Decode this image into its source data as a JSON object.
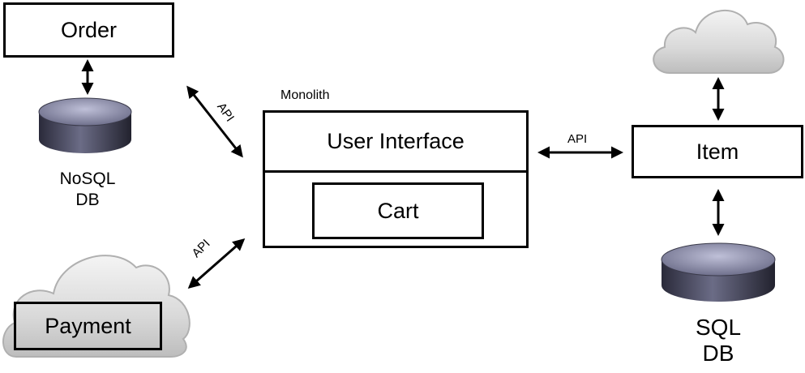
{
  "order": {
    "label": "Order"
  },
  "nosql_db": {
    "line1": "NoSQL",
    "line2": "DB"
  },
  "api_labels": {
    "top_left": "API",
    "bottom_left": "API",
    "right": "API"
  },
  "monolith": {
    "title": "Monolith",
    "ui_label": "User Interface",
    "cart_label": "Cart"
  },
  "item": {
    "label": "Item"
  },
  "sql_db": {
    "line1": "SQL",
    "line2": "DB"
  },
  "payment": {
    "label": "Payment"
  }
}
